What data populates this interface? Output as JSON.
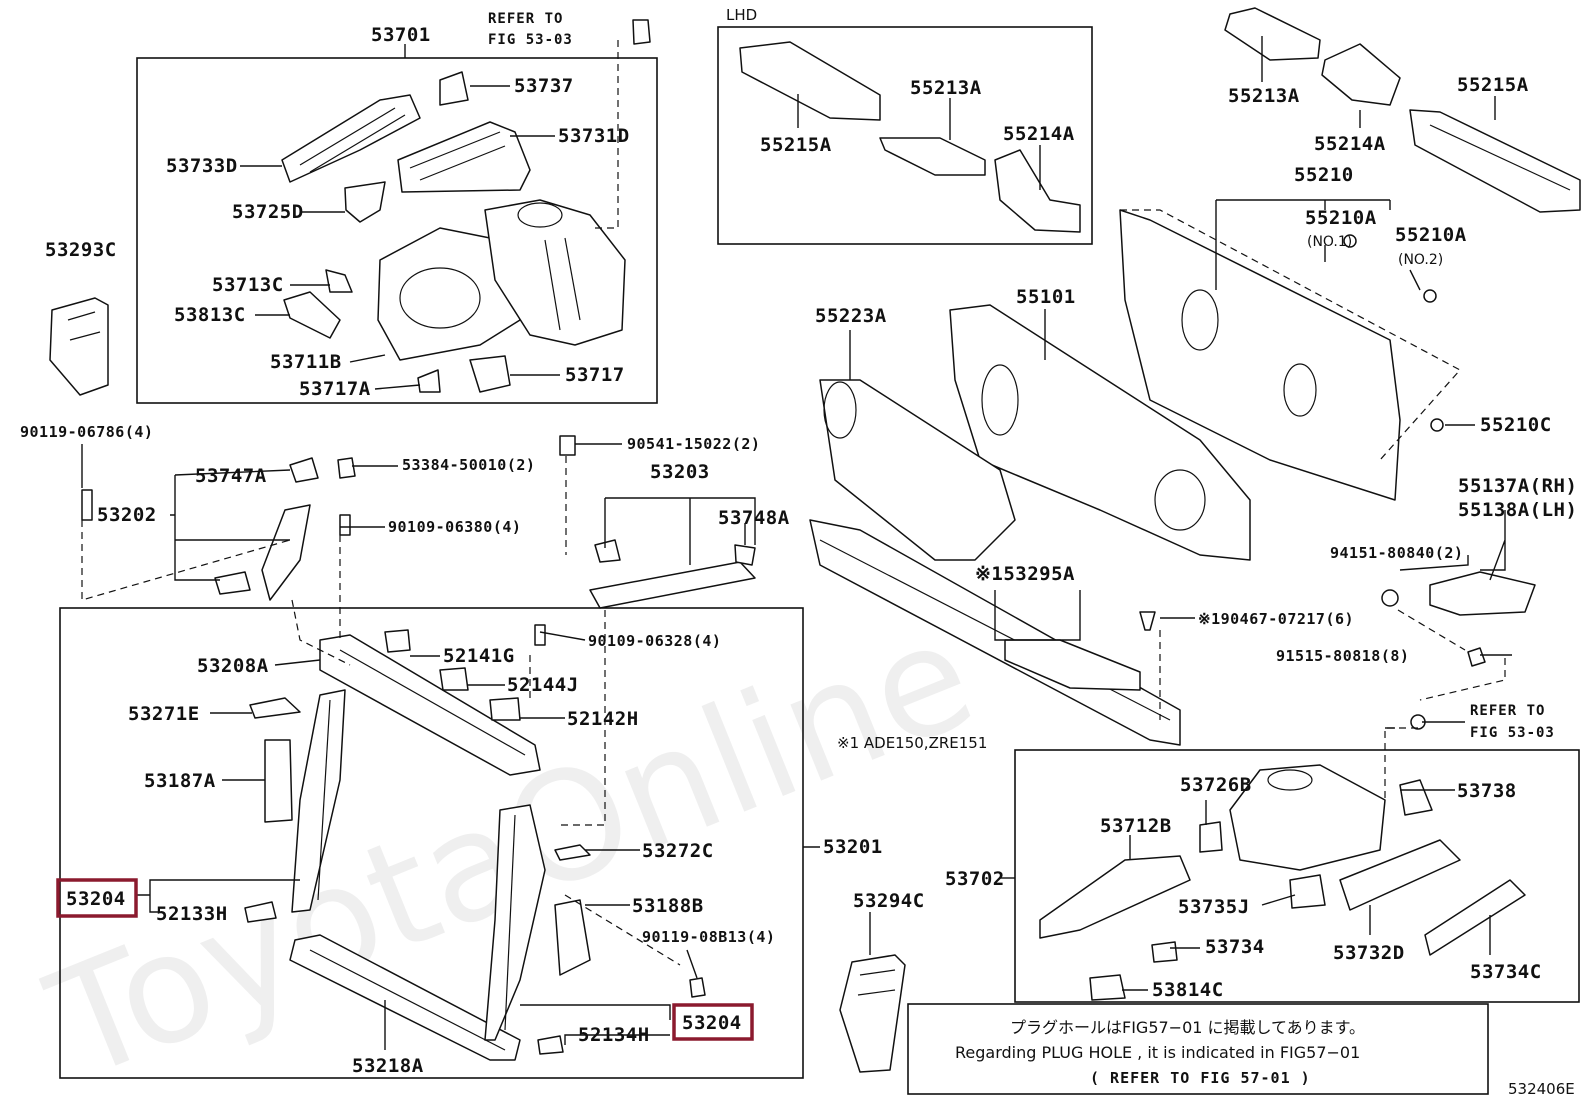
{
  "labels": {
    "p53701": "53701",
    "ref1a": "REFER TO",
    "ref1b": "FIG 53-03",
    "p53737": "53737",
    "p53731D": "53731D",
    "p53733D": "53733D",
    "p53725D": "53725D",
    "p53293C": "53293C",
    "p53713C": "53713C",
    "p53813C": "53813C",
    "p53711B": "53711B",
    "p53717A": "53717A",
    "p53717": "53717",
    "lhd": "LHD",
    "p55213A_l": "55213A",
    "p55215A_l": "55215A",
    "p55214A_l": "55214A",
    "p55213A": "55213A",
    "p55215A": "55215A",
    "p55214A": "55214A",
    "p55210": "55210",
    "p55210A1": "55210A",
    "no1": "(NO.1)",
    "p55210A2": "55210A",
    "no2": "(NO.2)",
    "p55223A": "55223A",
    "p55101": "55101",
    "p55210C": "55210C",
    "p55137A": "55137A(RH)",
    "p55138A": "55138A(LH)",
    "b90119_06786": "90119-06786(4)",
    "p53747A": "53747A",
    "p53384": "53384-50010(2)",
    "b90541": "90541-15022(2)",
    "p53202": "53202",
    "b90109_06380": "90109-06380(4)",
    "p53203": "53203",
    "p53748A": "53748A",
    "p94151": "94151-80840(2)",
    "p153295A": "※153295A",
    "p190467": "※190467-07217(6)",
    "p91515": "91515-80818(8)",
    "p52141G": "52141G",
    "b90109_06328": "90109-06328(4)",
    "p53208A": "53208A",
    "p52144J": "52144J",
    "p53271E": "53271E",
    "p52142H": "52142H",
    "note_ade": "※1 ADE150,ZRE151",
    "ref2a": "REFER TO",
    "ref2b": "FIG 53-03",
    "p53187A": "53187A",
    "p53726B": "53726B",
    "p53738": "53738",
    "p53201": "53201",
    "p53272C": "53272C",
    "p53712B": "53712B",
    "p53702": "53702",
    "p53204a": "53204",
    "p52133H": "52133H",
    "p53188B": "53188B",
    "p53294C": "53294C",
    "p53735J": "53735J",
    "b90119_08B13": "90119-08B13(4)",
    "p53734": "53734",
    "p53732D": "53732D",
    "p53734C": "53734C",
    "p53814C": "53814C",
    "p53204b": "53204",
    "p52134H": "52134H",
    "p53218A": "53218A",
    "note_jp": "プラグホールはFIG57−01 に掲載してあります。",
    "note_en": "Regarding PLUG HOLE , it is indicated in FIG57−01",
    "note_ref": "(    REFER TO FIG 57-01  )",
    "figno": "532406E"
  },
  "watermark": "ToyotaOnline",
  "colors": {
    "highlight": "#8b1a2e",
    "ink": "#111111"
  }
}
